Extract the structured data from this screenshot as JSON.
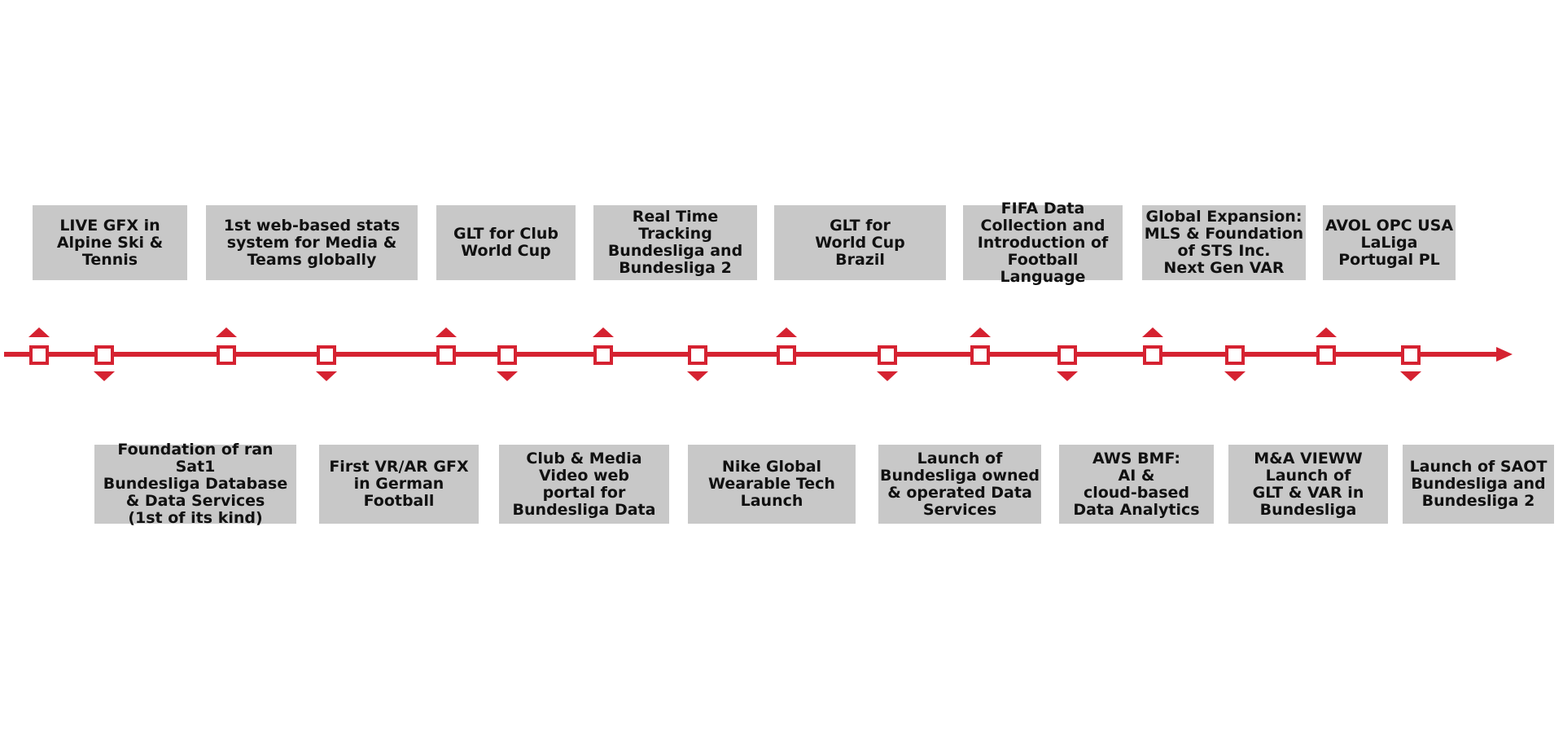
{
  "colors": {
    "accent": "#d52231",
    "box_fill": "#c8c8c8",
    "text": "#111111",
    "background": "#ffffff"
  },
  "timeline": {
    "events_above": [
      {
        "label": "LIVE GFX in\nAlpine Ski &\nTennis"
      },
      {
        "label": "1st web-based stats\nsystem for Media &\nTeams globally"
      },
      {
        "label": "GLT for Club\nWorld Cup"
      },
      {
        "label": "Real Time\nTracking\nBundesliga and\nBundesliga 2"
      },
      {
        "label": "GLT for\nWorld Cup\nBrazil"
      },
      {
        "label": "FIFA Data\nCollection and\nIntroduction of\nFootball Language"
      },
      {
        "label": "Global Expansion:\nMLS & Foundation\nof STS Inc.\nNext Gen VAR"
      },
      {
        "label": "AVOL OPC USA\nLaLiga\nPortugal PL"
      }
    ],
    "events_below": [
      {
        "label": "Foundation of ran Sat1\nBundesliga Database\n& Data Services\n(1st of its kind)"
      },
      {
        "label": "First VR/AR GFX\nin German\nFootball"
      },
      {
        "label": "Club & Media\nVideo web\nportal for\nBundesliga Data"
      },
      {
        "label": "Nike Global\nWearable Tech\nLaunch"
      },
      {
        "label": "Launch of\nBundesliga owned\n& operated Data\nServices"
      },
      {
        "label": "AWS BMF:\nAI &\ncloud-based\nData Analytics"
      },
      {
        "label": "M&A VIEWW\nLaunch of\nGLT & VAR in\nBundesliga"
      },
      {
        "label": "Launch of SAOT\nBundesliga and\nBundesliga 2"
      }
    ]
  }
}
